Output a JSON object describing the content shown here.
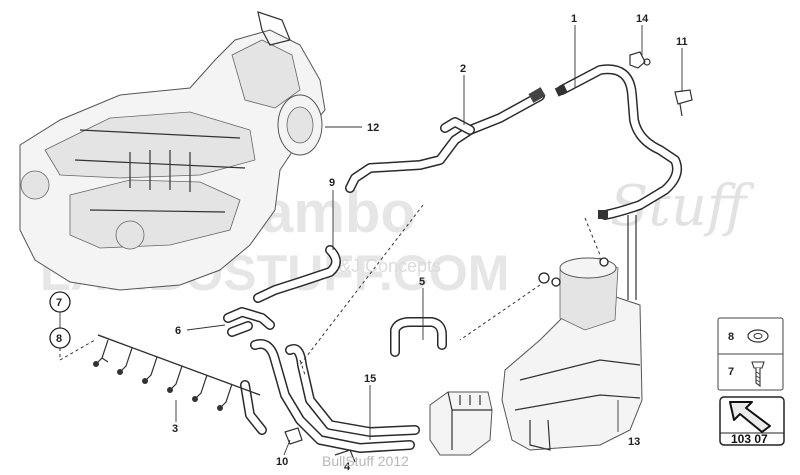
{
  "callouts": {
    "c1": "1",
    "c2": "2",
    "c3": "3",
    "c4": "4",
    "c5": "5",
    "c6": "6",
    "c7": "7",
    "c8": "8",
    "c9": "9",
    "c10": "10",
    "c11": "11",
    "c12": "12",
    "c13": "13",
    "c14": "14",
    "c15": "15"
  },
  "legend": {
    "item_8": "8",
    "item_7": "7"
  },
  "badge": {
    "code": "103 07"
  },
  "watermark": {
    "logo_word": "lambo",
    "logo_script": "Stuff",
    "site": "LAMBOSTUFF.COM",
    "tagline": "J&J Concepts",
    "footer": "BullStuff 2012"
  }
}
